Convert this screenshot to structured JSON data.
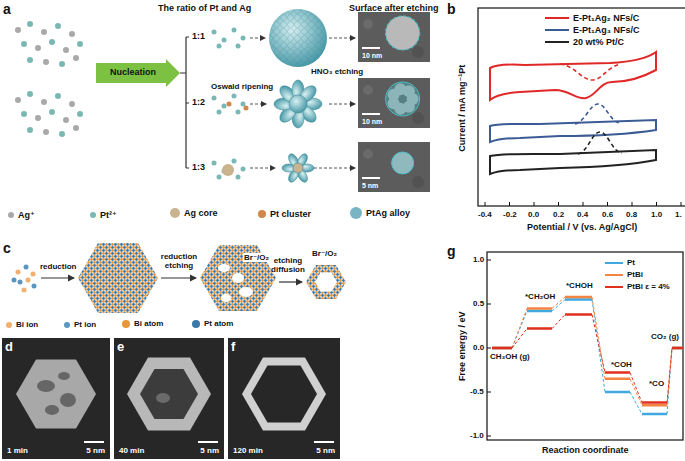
{
  "diagram": {
    "nodes": [
      {
        "text": [
          "Nucleation"
        ]
      },
      {
        "text": [
          "10 nm"
        ]
      },
      {
        "text": [
          "10 nm"
        ]
      },
      {
        "text": [
          "5 nm"
        ]
      },
      {
        "text": [
          "1 min",
          "5 nm"
        ]
      },
      {
        "text": [
          "40 min",
          "5 nm"
        ]
      },
      {
        "text": [
          "120 min",
          "5 nm"
        ]
      }
    ],
    "labels": [
      "a",
      "The ratio of Pt and Ag",
      "Surface after etching",
      "1:1",
      "1:2",
      "1:3",
      "Oswald ripening",
      "HNO₃ etching",
      "b",
      "Current / mA mg⁻¹Pt",
      "Potential / V (vs. Ag/AgCl)",
      "-0.4",
      "-0.2",
      "0.0",
      "0.2",
      "0.4",
      "0.6",
      "0.8",
      "1.0",
      "1.",
      "c",
      "reduction",
      "reduction etching",
      "Br⁻/O₂",
      "etching diffusion",
      "Br⁻/O₂",
      "d",
      "e",
      "f",
      "g",
      "Free energy / eV",
      "Reaction coordinate",
      "1.0",
      "0.5",
      "0.0",
      "-0.5",
      "-1.0",
      "CH₃OH (g)",
      "*CH₂OH",
      "*CHOH",
      "*COH",
      "*CO",
      "CO₂ (g)"
    ],
    "legend": [
      {
        "text": "Ag⁺",
        "color": "#a9a9a9"
      },
      {
        "text": "Pt²⁺",
        "color": "#7ab8b5"
      },
      {
        "text": "Ag core",
        "color": "#c9b48f"
      },
      {
        "text": "Pt cluster",
        "color": "#d2874a"
      },
      {
        "text": "PtAg alloy",
        "color": "#78b4c4"
      },
      {
        "text": "E-Pt₁Ag₂ NFs/C"
      },
      {
        "text": "E-Pt₁Ag₃ NFs/C"
      },
      {
        "text": "20 wt% Pt/C"
      },
      {
        "text": "Bi ion",
        "color": "#f0b070"
      },
      {
        "text": "Pt ion",
        "color": "#5a96c0"
      },
      {
        "text": "Bi atom",
        "color": "#e8963c"
      },
      {
        "text": "Pt atom",
        "color": "#3a78a8"
      },
      {
        "text": "Pt"
      },
      {
        "text": "PtBi"
      },
      {
        "text": "PtBi ε = 4%"
      }
    ]
  }
}
